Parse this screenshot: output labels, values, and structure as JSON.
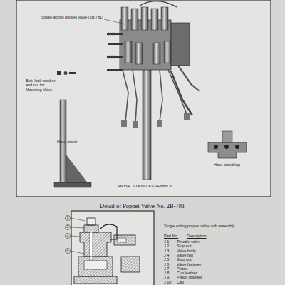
{
  "diagram": {
    "title": "Detail of Poppet Valve No. 2B-781",
    "labels": [
      "Single acting poppet valve (2B 781)",
      "Bolt, lock washer and nut for Mounting Valve",
      "Hose stand",
      "HOSE STAND ASSEMBLY",
      "Hose stand top",
      "1",
      "2",
      "3",
      "4",
      "Single acting poppet valve sub assembly",
      "Part No.",
      "Description",
      "J 1",
      "Throttle valve",
      "J 2",
      "Stop nut",
      "J 3",
      "Valve body",
      "J 4",
      "Valve rod",
      "J 5",
      "Stop nut",
      "J 6",
      "Valve fastener",
      "J 7",
      "Piston",
      "J 8",
      "Cup leather",
      "J 9",
      "Piston follower",
      "J 10",
      "Cap"
    ]
  }
}
